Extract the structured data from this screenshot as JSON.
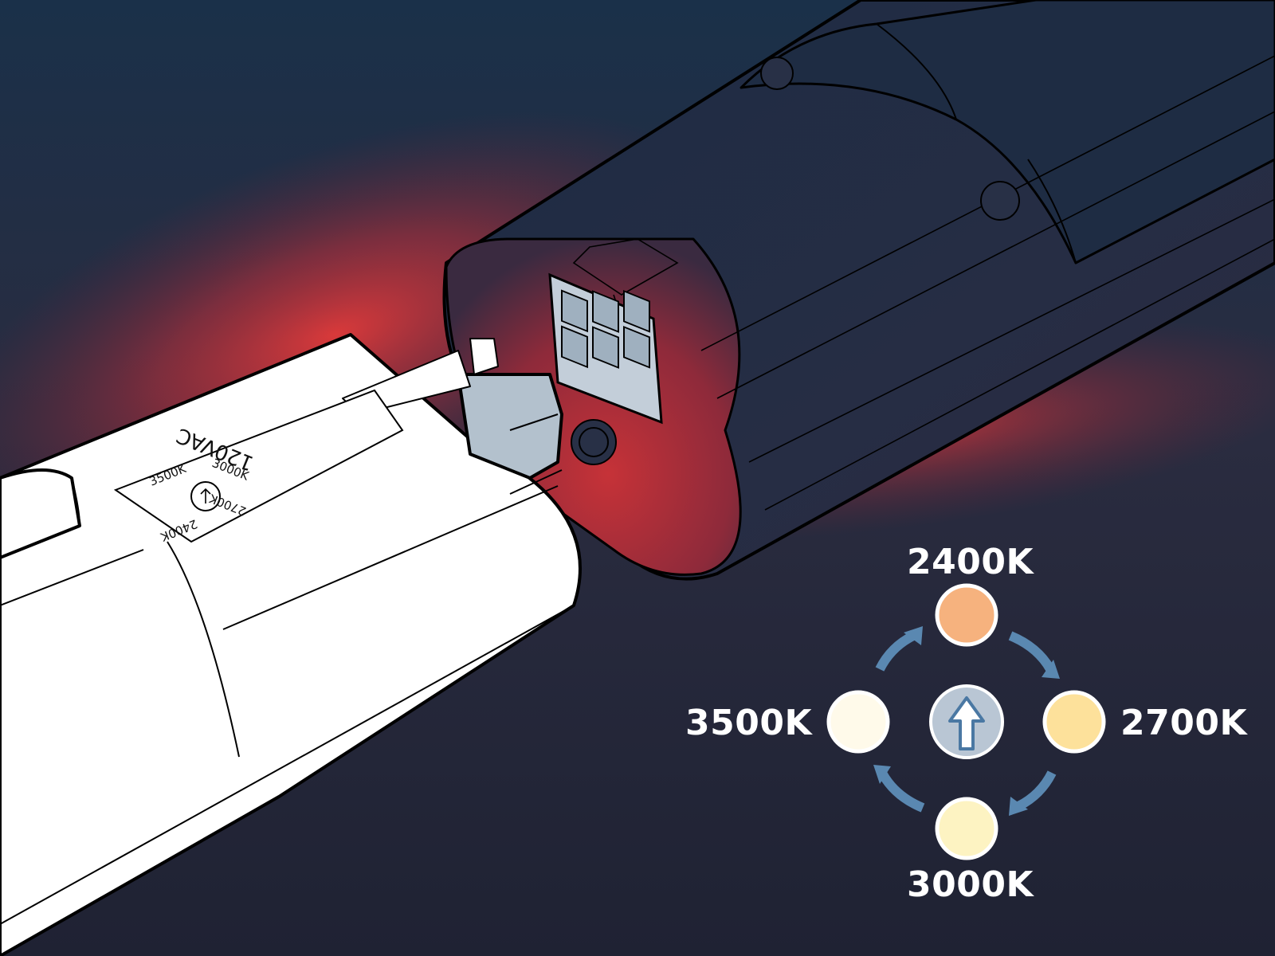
{
  "sticker": {
    "voltage": "120VAC",
    "cct_3500": "3500K",
    "cct_3000": "3000K",
    "cct_2700": "2700K",
    "cct_2400": "2400K"
  },
  "cct_selector": {
    "options": [
      {
        "label": "2400K",
        "color": "#f6b27e"
      },
      {
        "label": "2700K",
        "color": "#fde19b"
      },
      {
        "label": "3000K",
        "color": "#fdf3c2"
      },
      {
        "label": "3500K",
        "color": "#fffaea"
      }
    ],
    "dial_color": "#b9c6d4",
    "arrow_color": "#5a88b1"
  },
  "colors": {
    "background": "#1c2436",
    "glow": "#d8363a",
    "connector": "#b3c1cd"
  }
}
